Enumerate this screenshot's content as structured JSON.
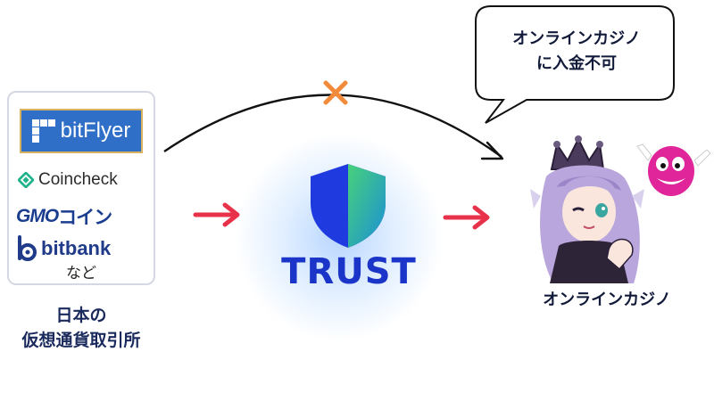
{
  "exchanges": {
    "items": [
      "bitFlyer",
      "Coincheck",
      "GMO",
      "コイン",
      "bitbank"
    ],
    "etc": "など",
    "caption_line1": "日本の",
    "caption_line2": "仮想通貨取引所"
  },
  "wallet": {
    "name": "Trust"
  },
  "speech_bubble": {
    "line1": "オンラインカジノ",
    "line2": "に入金不可"
  },
  "casino": {
    "caption": "オンラインカジノ"
  },
  "colors": {
    "arrow": "#e8324a",
    "cross": "#f28a3c",
    "trust_blue": "#1b35c9",
    "caption_navy": "#1a2a5c"
  }
}
